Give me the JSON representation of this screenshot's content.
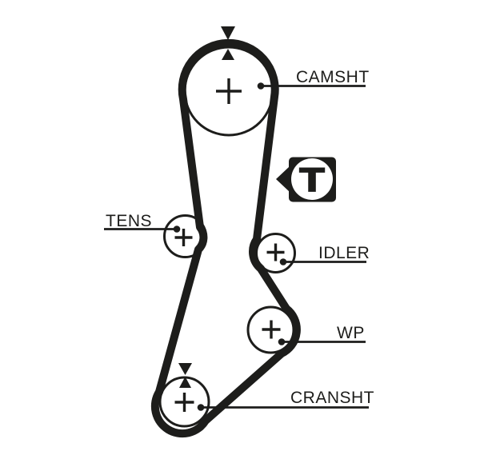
{
  "canvas": {
    "background": "#ffffff",
    "ink": "#1d1d1b"
  },
  "labels": {
    "camshaft": "CAMSHT",
    "tensioner": "TENS",
    "idler": "IDLER",
    "water_pump": "WP",
    "crankshaft": "CRANSHT"
  },
  "badge": {
    "letter": "T"
  },
  "icons": {
    "timing_mark": "opposed-triangles",
    "pulley_center": "plus-cross",
    "leader_end": "filled-dot",
    "badge_shape": "black-rounded-square-with-left-arrow"
  }
}
